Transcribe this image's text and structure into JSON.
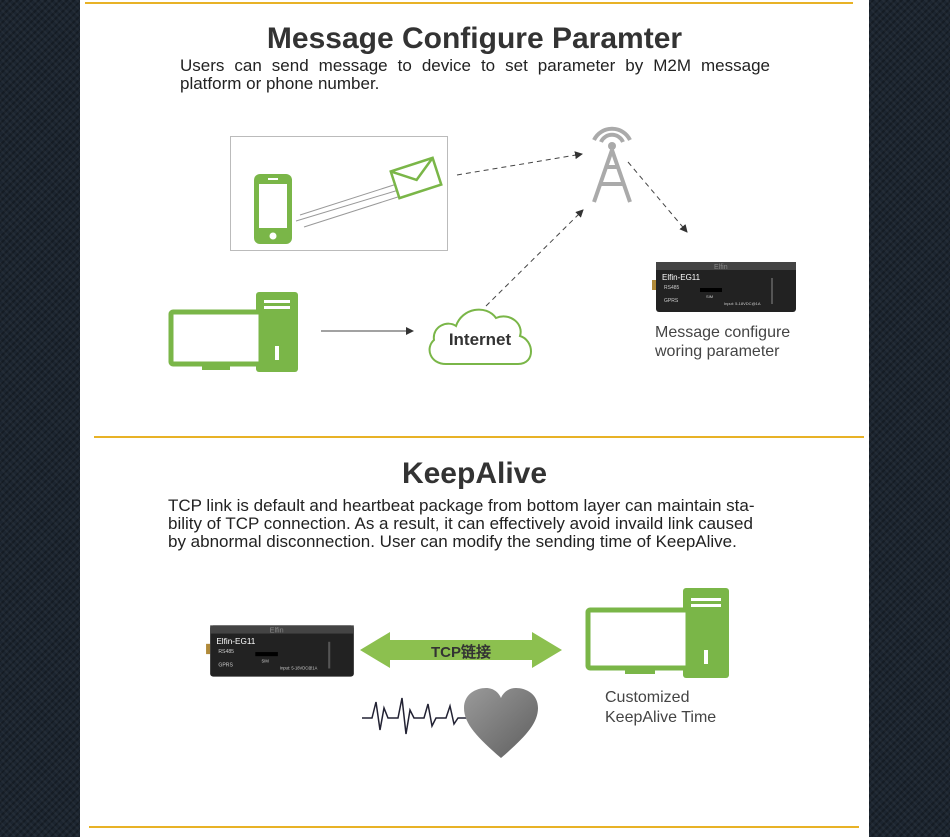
{
  "section1": {
    "title": "Message Configure Paramter",
    "description_lines": [
      "Users can send message to device to set parameter by M2M message",
      "platform or phone number."
    ],
    "internet_label": "Internet",
    "device_caption_lines": [
      "Message configure",
      "woring parameter"
    ]
  },
  "section2": {
    "title": "KeepAlive",
    "description_lines": [
      "TCP link is default and heartbeat package from bottom layer can maintain sta-",
      "bility of TCP connection. As a result, it can effectively avoid invaild link caused",
      "by abnormal disconnection. User can modify the sending time of KeepAlive."
    ],
    "tcp_label": "TCP链接",
    "computer_caption_lines": [
      "Customized",
      "KeepAlive Time"
    ]
  },
  "device": {
    "brand_label": "Elfin-EG11",
    "port_label_1": "RS485",
    "port_label_2": "GPRS",
    "sim_label": "SIM",
    "input_label": "Input: 5-18VDC@1A",
    "logo_text": "Elfin"
  },
  "colors": {
    "accent_rule": "#e8b226",
    "icon_green": "#7ab648",
    "tcp_arrow": "#8cc04f"
  }
}
